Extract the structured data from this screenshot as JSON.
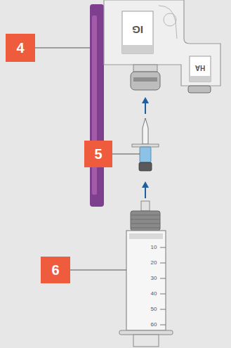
{
  "diagram": {
    "nodes": [
      {
        "text": [
          "4"
        ]
      },
      {
        "text": [
          "5"
        ]
      },
      {
        "text": [
          "6"
        ]
      }
    ],
    "labels": [
      "IG",
      "HA",
      "10",
      "20",
      "30",
      "40",
      "50",
      "60"
    ]
  }
}
